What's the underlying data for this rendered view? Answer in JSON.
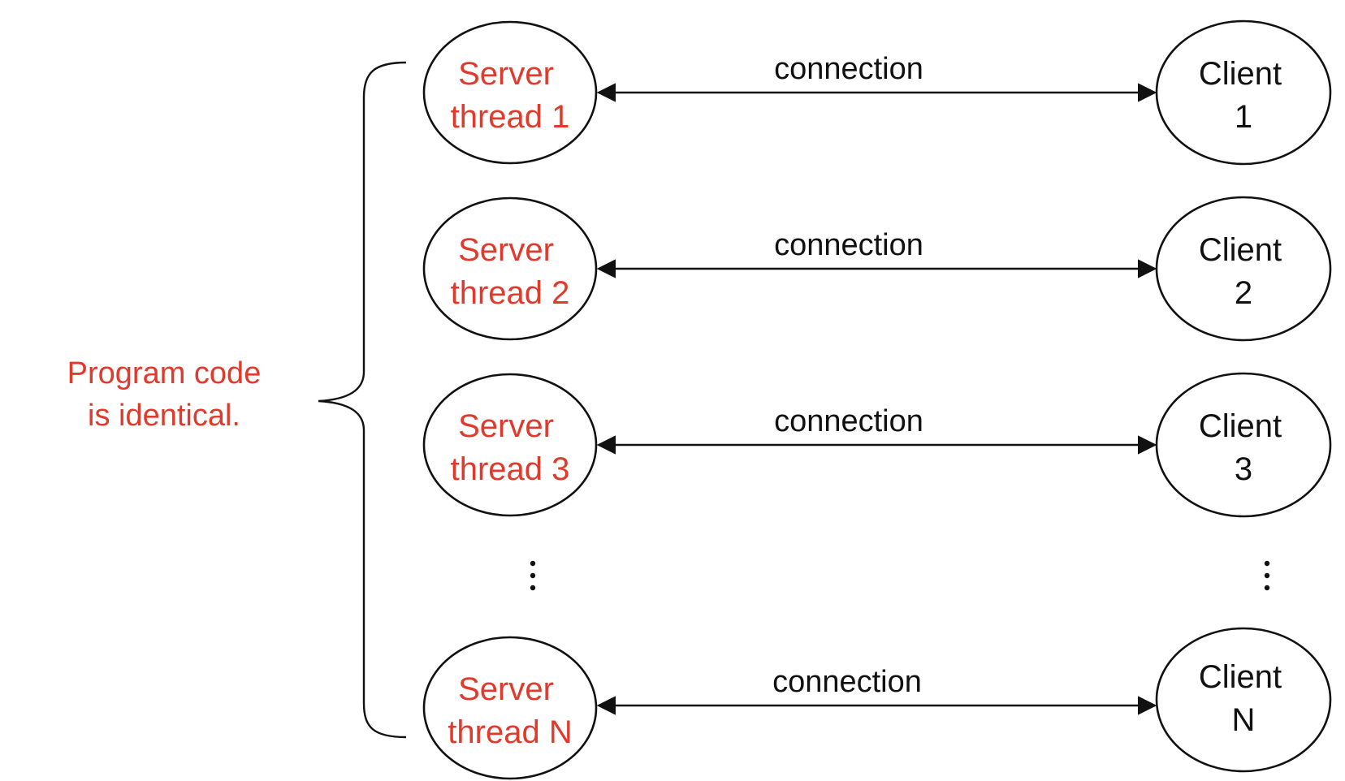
{
  "note": {
    "line1": "Program code",
    "line2": "is identical."
  },
  "rows": [
    {
      "server": [
        "Server",
        "thread 1"
      ],
      "connection": "connection",
      "client": [
        "Client",
        "1"
      ]
    },
    {
      "server": [
        "Server",
        "thread 2"
      ],
      "connection": "connection",
      "client": [
        "Client",
        "2"
      ]
    },
    {
      "server": [
        "Server",
        "thread 3"
      ],
      "connection": "connection",
      "client": [
        "Client",
        "3"
      ]
    },
    {
      "server": [
        "Server",
        "thread N"
      ],
      "connection": "connection",
      "client": [
        "Client",
        "N"
      ]
    }
  ],
  "colors": {
    "server_text": "#e03a2c",
    "client_text": "#111111",
    "line": "#111111"
  }
}
